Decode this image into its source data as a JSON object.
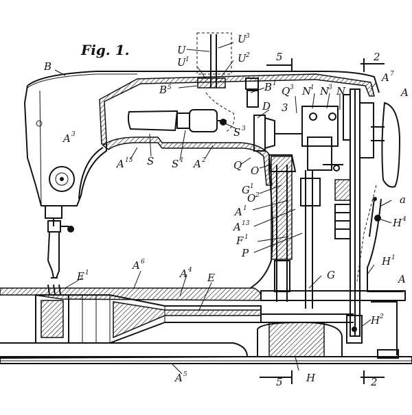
{
  "figure": {
    "title": "Fig. 1."
  },
  "labels": [
    {
      "id": "U",
      "main": "U",
      "sup": ""
    },
    {
      "id": "U3",
      "main": "U",
      "sup": "3"
    },
    {
      "id": "U1",
      "main": "U",
      "sup": "1"
    },
    {
      "id": "U2",
      "main": "U",
      "sup": "2"
    },
    {
      "id": "B",
      "main": "B",
      "sup": ""
    },
    {
      "id": "B5",
      "main": "B",
      "sup": "5"
    },
    {
      "id": "B1",
      "main": "B",
      "sup": "1"
    },
    {
      "id": "A3",
      "main": "A",
      "sup": "3"
    },
    {
      "id": "A7",
      "main": "A",
      "sup": "7"
    },
    {
      "id": "A_right1",
      "main": "A",
      "sup": ""
    },
    {
      "id": "Q3",
      "main": "Q",
      "sup": "3"
    },
    {
      "id": "N1",
      "main": "N",
      "sup": "1"
    },
    {
      "id": "N3",
      "main": "N",
      "sup": "3"
    },
    {
      "id": "N",
      "main": "N",
      "sup": ""
    },
    {
      "id": "D",
      "main": "D",
      "sup": ""
    },
    {
      "id": "three",
      "main": "3",
      "sup": ""
    },
    {
      "id": "S3",
      "main": "S",
      "sup": "3"
    },
    {
      "id": "A15",
      "main": "A",
      "sup": "15"
    },
    {
      "id": "S",
      "main": "S",
      "sup": ""
    },
    {
      "id": "S1",
      "main": "S",
      "sup": "1"
    },
    {
      "id": "A2",
      "main": "A",
      "sup": "2"
    },
    {
      "id": "Q",
      "main": "Q",
      "sup": ""
    },
    {
      "id": "O",
      "main": "O",
      "sup": ""
    },
    {
      "id": "G1",
      "main": "G",
      "sup": "1"
    },
    {
      "id": "O2",
      "main": "O",
      "sup": "2"
    },
    {
      "id": "A1",
      "main": "A",
      "sup": "1"
    },
    {
      "id": "A13",
      "main": "A",
      "sup": "13"
    },
    {
      "id": "F1",
      "main": "F",
      "sup": "1"
    },
    {
      "id": "P",
      "main": "P",
      "sup": ""
    },
    {
      "id": "a",
      "main": "a",
      "sup": ""
    },
    {
      "id": "H4",
      "main": "H",
      "sup": "4"
    },
    {
      "id": "H1",
      "main": "H",
      "sup": "1"
    },
    {
      "id": "A_right2",
      "main": "A",
      "sup": ""
    },
    {
      "id": "E1",
      "main": "E",
      "sup": "1"
    },
    {
      "id": "A6",
      "main": "A",
      "sup": "6"
    },
    {
      "id": "A4",
      "main": "A",
      "sup": "4"
    },
    {
      "id": "E",
      "main": "E",
      "sup": ""
    },
    {
      "id": "G",
      "main": "G",
      "sup": ""
    },
    {
      "id": "H2",
      "main": "H",
      "sup": "2"
    },
    {
      "id": "A5",
      "main": "A",
      "sup": "5"
    },
    {
      "id": "H",
      "main": "H",
      "sup": ""
    }
  ],
  "section_marks": [
    {
      "id": "sec5_top",
      "text": "5"
    },
    {
      "id": "sec2_top",
      "text": "2"
    },
    {
      "id": "sec5_bottom",
      "text": "5"
    },
    {
      "id": "sec2_bottom",
      "text": "2"
    }
  ]
}
